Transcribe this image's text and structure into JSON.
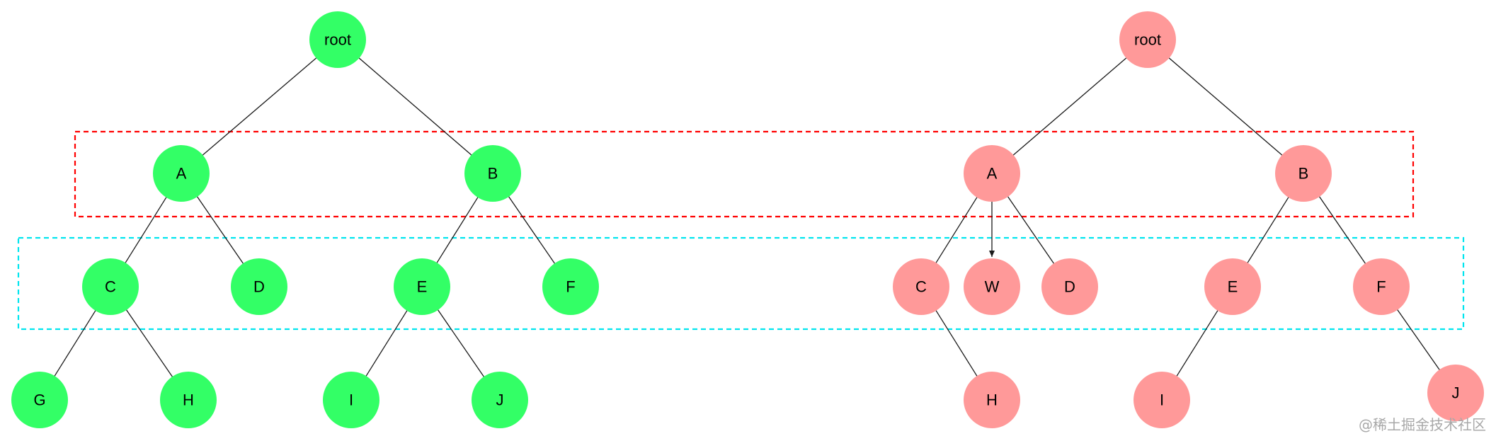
{
  "colors": {
    "left_node_fill": "#33ff66",
    "right_node_fill": "#ff9999",
    "edge": "#1a1a1a",
    "level1_box": "#ff0000",
    "level2_box": "#00e5ee"
  },
  "trees": [
    {
      "side": "left",
      "fill": "#33ff66",
      "nodes": [
        {
          "id": "root",
          "label": "root"
        },
        {
          "id": "A",
          "label": "A"
        },
        {
          "id": "B",
          "label": "B"
        },
        {
          "id": "C",
          "label": "C"
        },
        {
          "id": "D",
          "label": "D"
        },
        {
          "id": "E",
          "label": "E"
        },
        {
          "id": "F",
          "label": "F"
        },
        {
          "id": "G",
          "label": "G"
        },
        {
          "id": "H",
          "label": "H"
        },
        {
          "id": "I",
          "label": "I"
        },
        {
          "id": "J",
          "label": "J"
        }
      ],
      "edges": [
        {
          "from": "root",
          "to": "A"
        },
        {
          "from": "root",
          "to": "B"
        },
        {
          "from": "A",
          "to": "C"
        },
        {
          "from": "A",
          "to": "D"
        },
        {
          "from": "B",
          "to": "E"
        },
        {
          "from": "B",
          "to": "F"
        },
        {
          "from": "C",
          "to": "G"
        },
        {
          "from": "C",
          "to": "H"
        },
        {
          "from": "E",
          "to": "I"
        },
        {
          "from": "E",
          "to": "J"
        }
      ]
    },
    {
      "side": "right",
      "fill": "#ff9999",
      "nodes": [
        {
          "id": "root",
          "label": "root"
        },
        {
          "id": "A",
          "label": "A"
        },
        {
          "id": "B",
          "label": "B"
        },
        {
          "id": "C",
          "label": "C"
        },
        {
          "id": "W",
          "label": "W"
        },
        {
          "id": "D",
          "label": "D"
        },
        {
          "id": "E",
          "label": "E"
        },
        {
          "id": "F",
          "label": "F"
        },
        {
          "id": "H",
          "label": "H"
        },
        {
          "id": "I",
          "label": "I"
        },
        {
          "id": "J",
          "label": "J"
        }
      ],
      "edges": [
        {
          "from": "root",
          "to": "A"
        },
        {
          "from": "root",
          "to": "B"
        },
        {
          "from": "A",
          "to": "C"
        },
        {
          "from": "A",
          "to": "W",
          "arrow": true
        },
        {
          "from": "A",
          "to": "D"
        },
        {
          "from": "B",
          "to": "E"
        },
        {
          "from": "B",
          "to": "F"
        },
        {
          "from": "C",
          "to": "H"
        },
        {
          "from": "E",
          "to": "I"
        },
        {
          "from": "F",
          "to": "J"
        }
      ]
    }
  ],
  "watermark": "@稀土掘金技术社区"
}
